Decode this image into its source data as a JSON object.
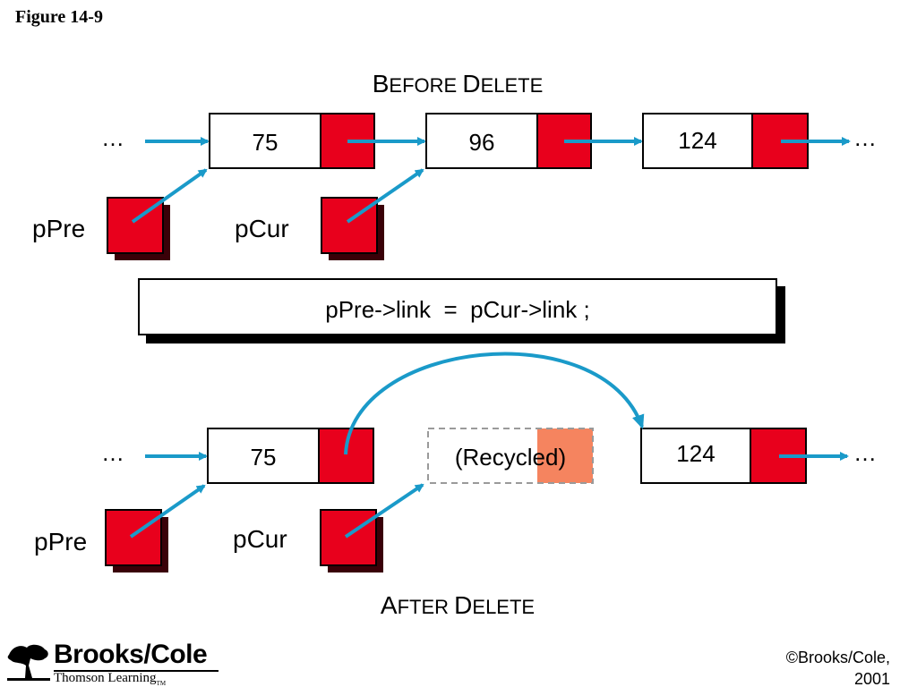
{
  "figure_label": "Figure 14-9",
  "before": {
    "title_first_letter": "B",
    "title_rest": "EFORE",
    "title_second_first": "D",
    "title_second_rest": "ELETE",
    "leading_ellipsis": "…",
    "trailing_ellipsis": "…",
    "nodes": [
      {
        "value": "75"
      },
      {
        "value": "96"
      },
      {
        "value": "124"
      }
    ],
    "pointer_pre_label": "pPre",
    "pointer_cur_label": "pCur"
  },
  "statement": "pPre->link  =  pCur->link ;",
  "after": {
    "title_first_letter": "A",
    "title_rest": "FTER",
    "title_second_first": "D",
    "title_second_rest": "ELETE",
    "leading_ellipsis": "…",
    "trailing_ellipsis": "…",
    "nodes": [
      {
        "value": "75"
      },
      {
        "value": "(Recycled)"
      },
      {
        "value": "124"
      }
    ],
    "pointer_pre_label": "pPre",
    "pointer_cur_label": "pCur"
  },
  "colors": {
    "pointer_fill": "#e8001c",
    "pointer_shadow": "#3a0008",
    "recycled_fill": "#f5845f",
    "arrow": "#1a9ac9",
    "dashed_border": "#9a9a9a"
  },
  "logo": {
    "brand": "Brooks/Cole",
    "subtitle": "Thomson Learning",
    "trademark": "TM"
  },
  "copyright": {
    "line1": "©Brooks/Cole,",
    "line2": "2001"
  }
}
